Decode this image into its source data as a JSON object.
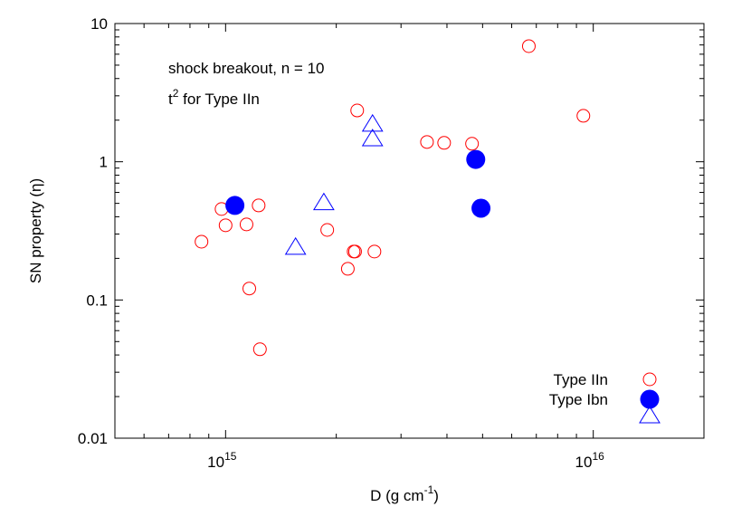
{
  "chart_data": {
    "type": "scatter",
    "xlabel": "D (g cm",
    "xlabel_sup": "-1",
    "xlabel_end": ")",
    "ylabel": "SN property (η)",
    "xscale": "log",
    "yscale": "log",
    "xlim": [
      500000000000000.0,
      2e+16
    ],
    "ylim": [
      0.01,
      10
    ],
    "grid": false,
    "legend_placement": "bottom-right",
    "x_ticks": [
      {
        "value": 1000000000000000.0,
        "base": "10",
        "exp": "15"
      },
      {
        "value": 1e+16,
        "base": "10",
        "exp": "16"
      }
    ],
    "y_ticks": [
      {
        "value": 10,
        "label": "10"
      },
      {
        "value": 1,
        "label": "1"
      },
      {
        "value": 0.1,
        "label": "0.1"
      },
      {
        "value": 0.01,
        "label": "0.01"
      }
    ],
    "annotations": {
      "line1": "shock breakout, n = 10",
      "line2_base": "t",
      "line2_sup": "2",
      "line2_rest": " for Type IIn"
    },
    "series": [
      {
        "name": "Type IIn",
        "marker": "open-circle",
        "color": "#ff0000",
        "points": [
          [
            860000000000000.0,
            0.264
          ],
          [
            975000000000000.0,
            0.455
          ],
          [
            1000000000000000.0,
            0.347
          ],
          [
            1140000000000000.0,
            0.352
          ],
          [
            1230000000000000.0,
            0.483
          ],
          [
            1160000000000000.0,
            0.121
          ],
          [
            1240000000000000.0,
            0.044
          ],
          [
            1890000000000000.0,
            0.321
          ],
          [
            2150000000000000.0,
            0.168
          ],
          [
            2230000000000000.0,
            0.224
          ],
          [
            2250000000000000.0,
            0.224
          ],
          [
            2540000000000000.0,
            0.224
          ],
          [
            2280000000000000.0,
            2.35
          ],
          [
            3530000000000000.0,
            1.39
          ],
          [
            3930000000000000.0,
            1.37
          ],
          [
            4680000000000000.0,
            1.35
          ],
          [
            6680000000000000.0,
            6.86
          ],
          [
            9400000000000000.0,
            2.15
          ]
        ]
      },
      {
        "name": "Type Ibn",
        "marker": "filled-circle",
        "color": "#0000ff",
        "points": [
          [
            1060000000000000.0,
            0.483
          ],
          [
            4790000000000000.0,
            1.04
          ],
          [
            4950000000000000.0,
            0.461
          ]
        ]
      },
      {
        "name": "",
        "marker": "open-triangle",
        "color": "#0000ff",
        "points": [
          [
            2510000000000000.0,
            1.85
          ],
          [
            2510000000000000.0,
            1.45
          ],
          [
            1850000000000000.0,
            0.5
          ],
          [
            1550000000000000.0,
            0.238
          ]
        ]
      }
    ]
  }
}
